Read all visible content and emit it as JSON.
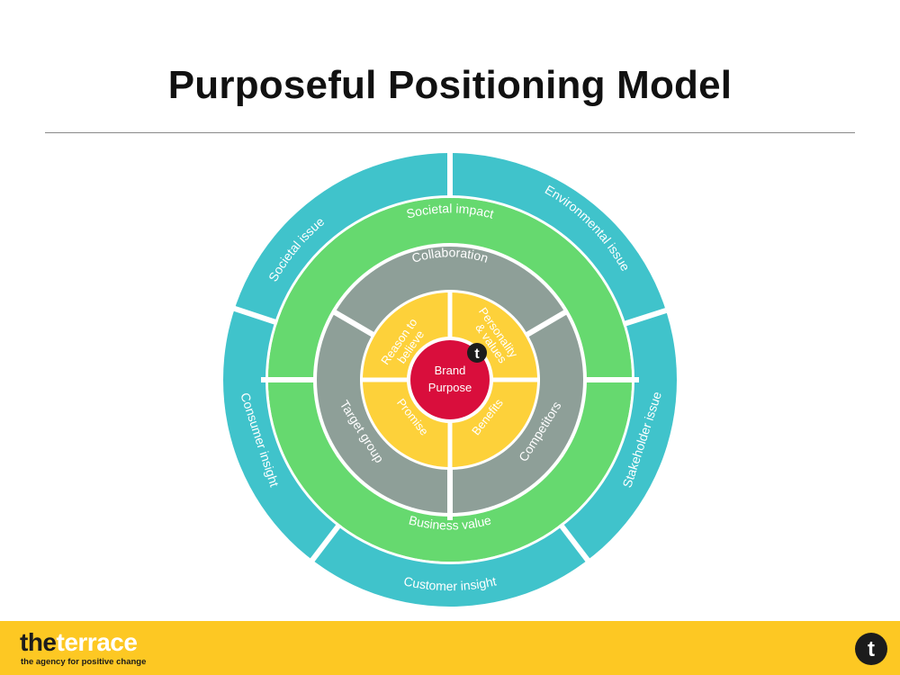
{
  "title": "Purposeful Positioning Model",
  "diagram": {
    "center": {
      "label_line1": "Brand",
      "label_line2": "Purpose"
    },
    "inner_ring": {
      "reason_to_believe_line1": "Reason to",
      "reason_to_believe_line2": "believe",
      "personality_line1": "Personality",
      "personality_line2": "& values",
      "promise": "Promise",
      "benefits": "Benefits"
    },
    "middle_ring": {
      "collaboration": "Collaboration",
      "target_group": "Target group",
      "competitors": "Competitors"
    },
    "green_ring": {
      "societal_impact": "Societal impact",
      "business_value": "Business value"
    },
    "outer_ring": {
      "societal_issue": "Societal issue",
      "environmental_issue": "Environmental issue",
      "stakeholder_issue": "Stakeholder issue",
      "customer_insight": "Customer insight",
      "consumer_insight": "Consumer insight"
    },
    "badge_letter": "t"
  },
  "footer": {
    "logo_the": "the",
    "logo_terrace": "terrace",
    "tagline": "the agency for positive change",
    "badge_letter": "t"
  },
  "colors": {
    "outer_ring": "#40c3cb",
    "green_ring": "#66d96f",
    "grey_ring": "#8e9f98",
    "inner_ring": "#fdd13a",
    "center": "#d90e3c",
    "footer": "#fdc823",
    "dark": "#1c1c1c"
  }
}
